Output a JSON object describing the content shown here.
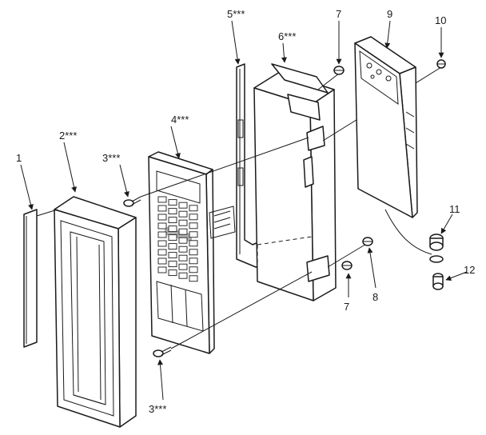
{
  "callouts": [
    {
      "id": "c1",
      "label": "1",
      "part": "window-film"
    },
    {
      "id": "c2",
      "label": "2***",
      "part": "door-frame"
    },
    {
      "id": "c3a",
      "label": "3***",
      "part": "screw-upper"
    },
    {
      "id": "c3b",
      "label": "3***",
      "part": "screw-lower"
    },
    {
      "id": "c4",
      "label": "4***",
      "part": "control-panel-keypad"
    },
    {
      "id": "c5",
      "label": "5***",
      "part": "mounting-bracket"
    },
    {
      "id": "c6",
      "label": "6***",
      "part": "control-housing"
    },
    {
      "id": "c7a",
      "label": "7",
      "part": "screw-top"
    },
    {
      "id": "c7b",
      "label": "7",
      "part": "screw-bottom"
    },
    {
      "id": "c8",
      "label": "8",
      "part": "screw-side"
    },
    {
      "id": "c9",
      "label": "9",
      "part": "circuit-board"
    },
    {
      "id": "c10",
      "label": "10",
      "part": "board-screw"
    },
    {
      "id": "c11",
      "label": "11",
      "part": "connector-nut"
    },
    {
      "id": "c12",
      "label": "12",
      "part": "connector-bolt"
    }
  ],
  "colors": {
    "line": "#1a1a1a",
    "background": "#ffffff"
  }
}
